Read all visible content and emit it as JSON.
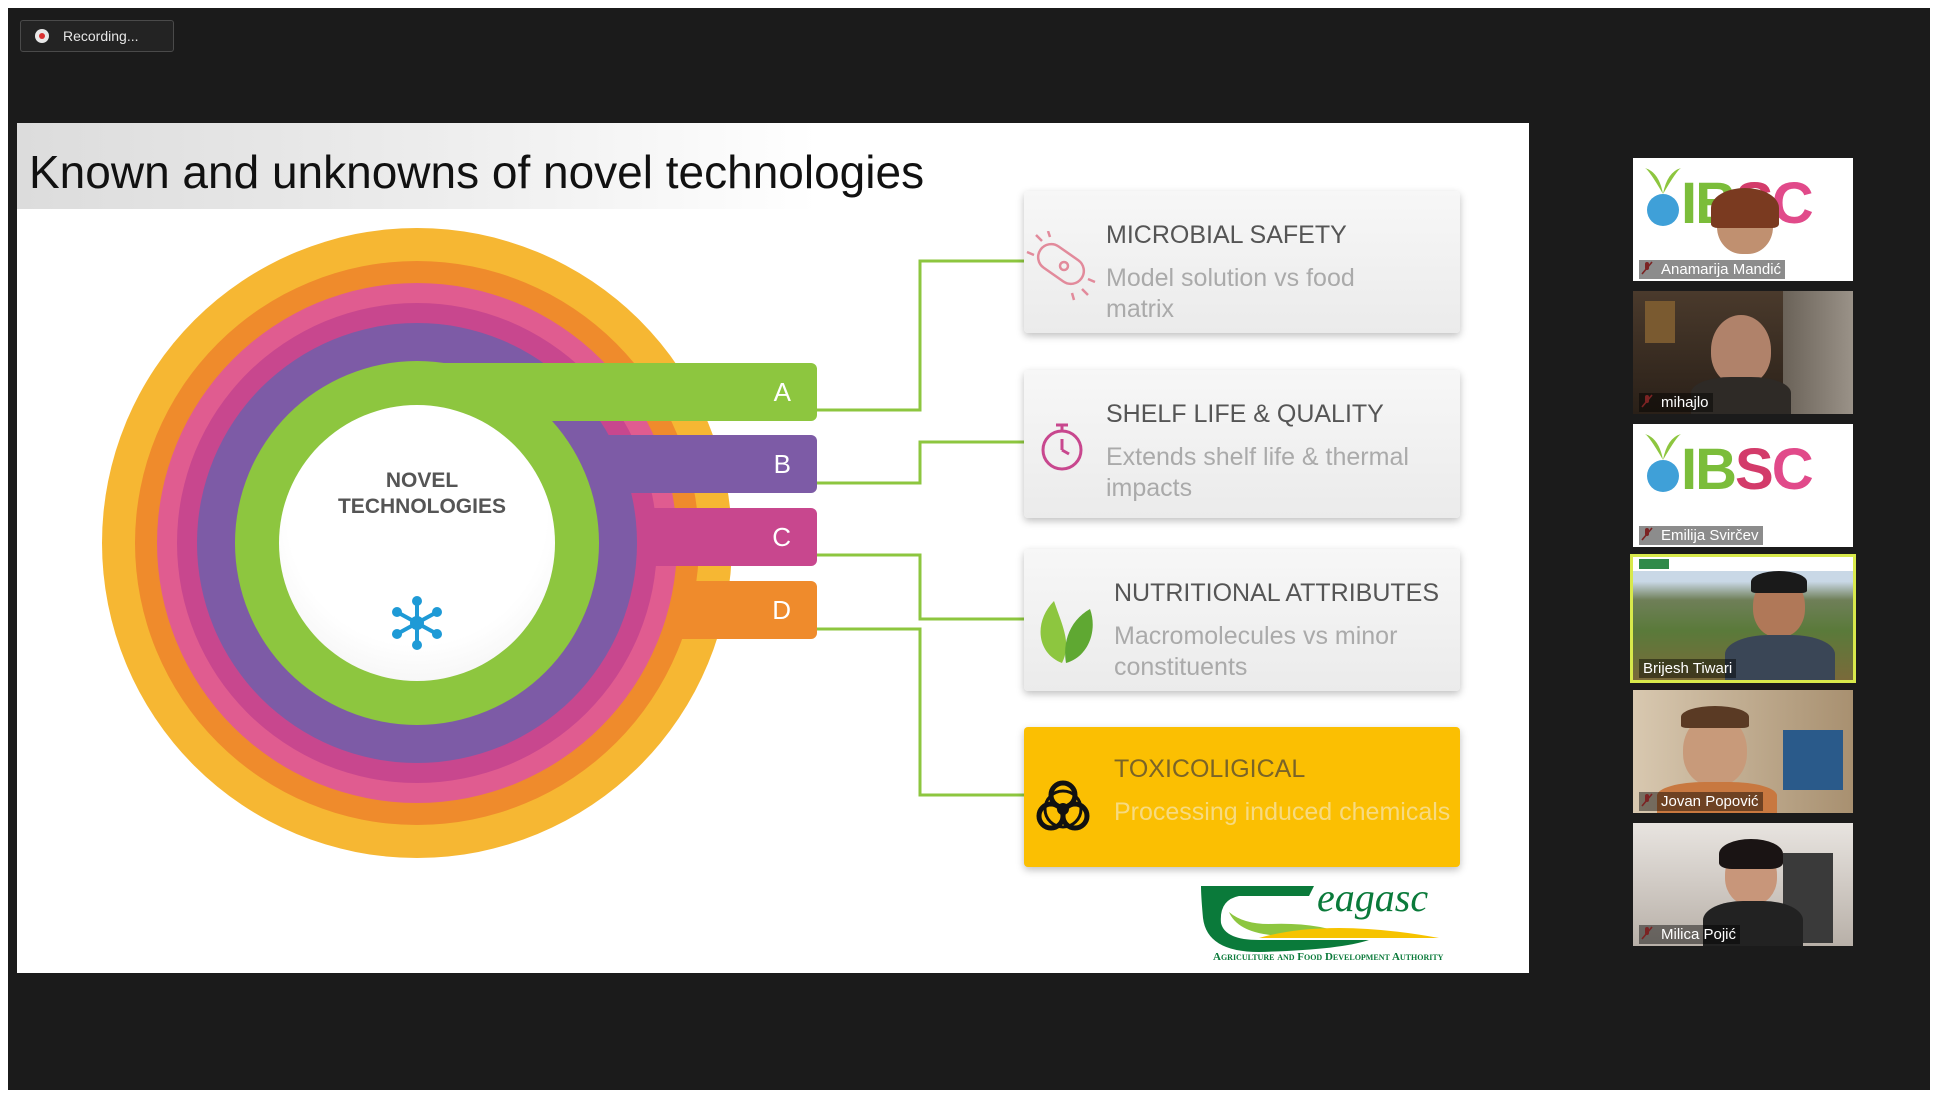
{
  "recording": {
    "label": "Recording..."
  },
  "slide": {
    "title": "Known and unknowns of novel technologies",
    "center_label_1": "NOVEL",
    "center_label_2": "TECHNOLOGIES",
    "tabs": [
      "A",
      "B",
      "C",
      "D"
    ],
    "cards": [
      {
        "heading": "MICROBIAL SAFETY",
        "sub": "Model solution vs food matrix",
        "icon": "bacteria-icon"
      },
      {
        "heading": "SHELF LIFE & QUALITY",
        "sub": "Extends shelf life & thermal impacts",
        "icon": "stopwatch-icon"
      },
      {
        "heading": "NUTRITIONAL ATTRIBUTES",
        "sub": "Macromolecules vs minor constituents",
        "icon": "leaf-icon"
      },
      {
        "heading": "TOXICOLIGICAL",
        "sub": "Processing induced chemicals",
        "icon": "biohazard-icon"
      }
    ],
    "logo": {
      "name": "eagasc",
      "tagline": "Agriculture and Food Development Authority"
    },
    "colors": {
      "green": "#8dc63f",
      "purple": "#7d5ba6",
      "magenta": "#c8478e",
      "orange": "#ef8b2c",
      "yellow": "#fbbf02"
    }
  },
  "participants": [
    {
      "name": "Anamarija Mandić",
      "muted": true,
      "tile": "ibsc"
    },
    {
      "name": "mihajlo",
      "muted": true,
      "tile": "video"
    },
    {
      "name": "Emilija Svirčev",
      "muted": true,
      "tile": "ibsc"
    },
    {
      "name": "Brijesh Tiwari",
      "muted": false,
      "tile": "video",
      "active": true
    },
    {
      "name": "Jovan Popović",
      "muted": true,
      "tile": "video"
    },
    {
      "name": "Milica Pojić",
      "muted": true,
      "tile": "video"
    }
  ],
  "ibsc": {
    "logo_text_1": "IB",
    "logo_text_2": "S",
    "logo_text_3": "C"
  }
}
